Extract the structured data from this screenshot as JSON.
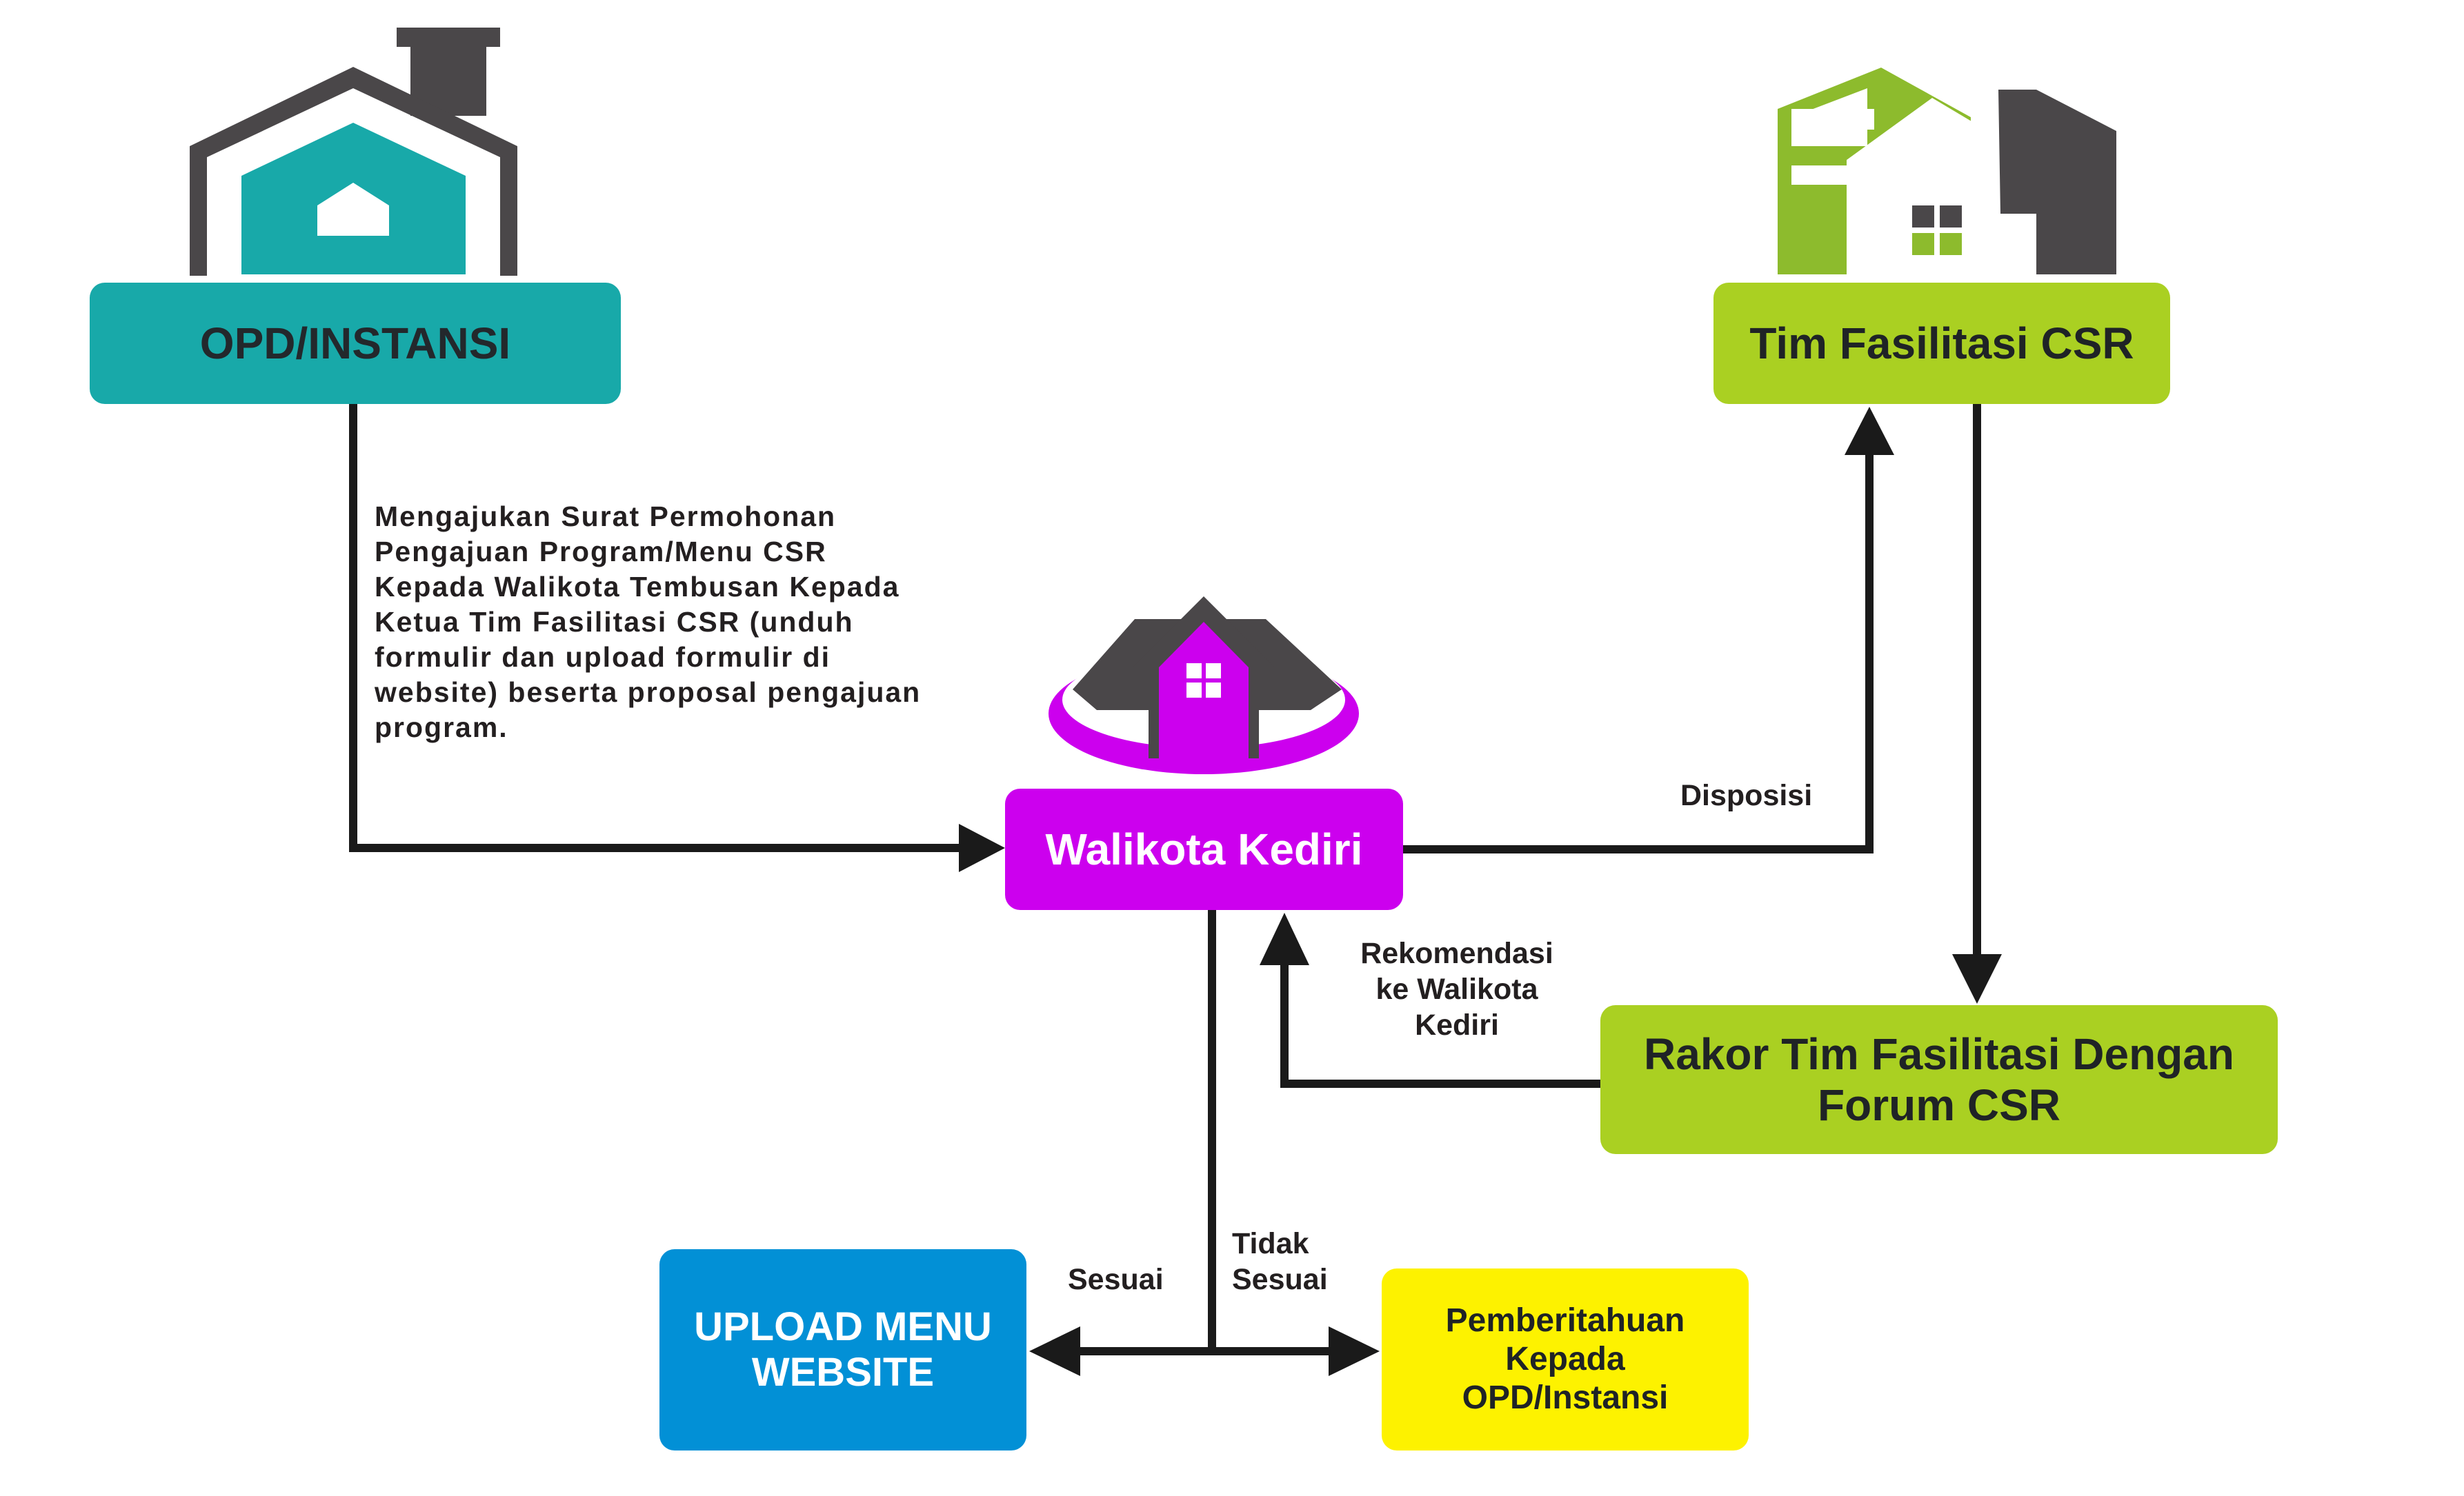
{
  "colors": {
    "teal": "#18a9a9",
    "lime": "#aad022",
    "magenta": "#cc00ee",
    "blue": "#0290d6",
    "yellow": "#fdf200",
    "dark_gray": "#4a4749",
    "arrow": "#1a1a1a"
  },
  "nodes": {
    "opd": {
      "label": "OPD/INSTANSI",
      "icon": "house-icon"
    },
    "tim": {
      "label": "Tim Fasilitasi CSR",
      "icon": "building-icon"
    },
    "walikota": {
      "label": "Walikota Kediri",
      "icon": "home-ring-icon"
    },
    "rakor": {
      "line1": "Rakor Tim Fasilitasi Dengan",
      "line2": "Forum CSR"
    },
    "upload": {
      "line1": "UPLOAD MENU",
      "line2": "WEBSITE"
    },
    "pemberitahuan": {
      "line1": "Pemberitahuan",
      "line2": "Kepada",
      "line3": "OPD/Instansi"
    }
  },
  "edges": {
    "opd_to_walikota": {
      "lines": [
        "Mengajukan Surat Permohonan",
        "Pengajuan Program/Menu CSR",
        "Kepada Walikota Tembusan Kepada",
        "Ketua Tim Fasilitasi CSR  (unduh",
        "formulir dan upload formulir di",
        "website) beserta proposal pengajuan",
        "program."
      ]
    },
    "walikota_to_tim": {
      "label": "Disposisi"
    },
    "rakor_to_walikota": {
      "line1": "Rekomendasi",
      "line2": "ke Walikota",
      "line3": "Kediri"
    },
    "walikota_to_upload": {
      "label": "Sesuai"
    },
    "walikota_to_pemberitahuan": {
      "line1": "Tidak",
      "line2": "Sesuai"
    }
  }
}
